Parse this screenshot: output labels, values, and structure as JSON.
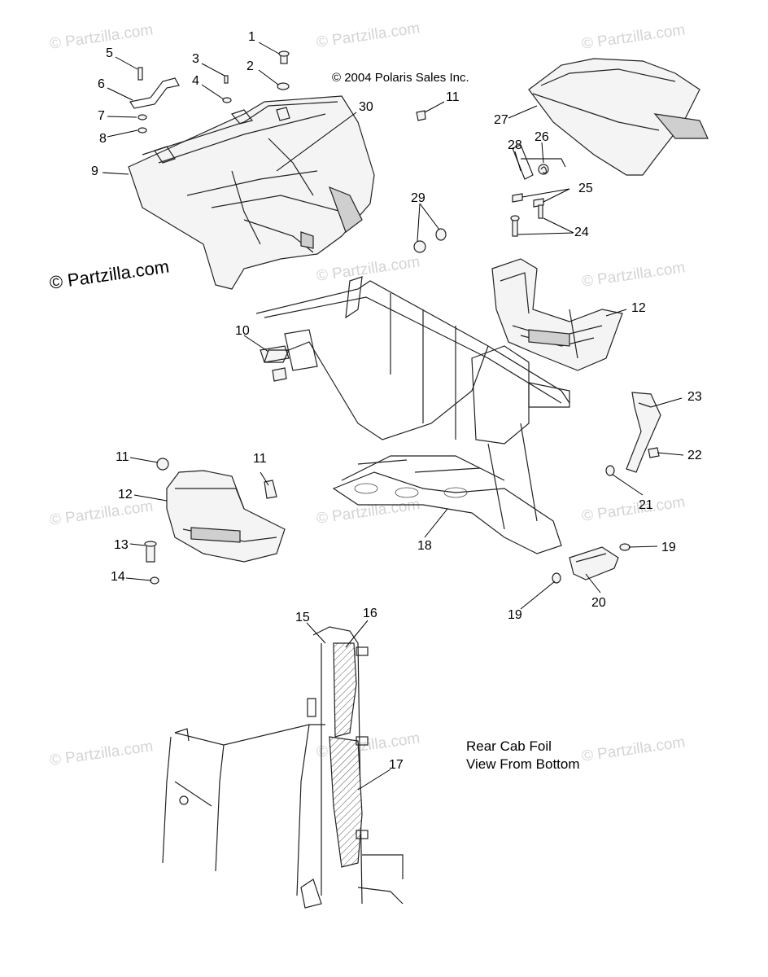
{
  "copyright": "© 2004 Polaris Sales Inc.",
  "watermark": "© Partzilla.com",
  "caption_lines": [
    "Rear Cab Foil",
    "View From Bottom"
  ],
  "callouts": [
    "1",
    "2",
    "3",
    "4",
    "5",
    "6",
    "7",
    "8",
    "9",
    "30",
    "11",
    "29",
    "27",
    "26",
    "28",
    "25",
    "24",
    "10",
    "12",
    "23",
    "22",
    "21",
    "11",
    "11",
    "12",
    "13",
    "14",
    "18",
    "19",
    "19",
    "20",
    "15",
    "16",
    "17"
  ]
}
